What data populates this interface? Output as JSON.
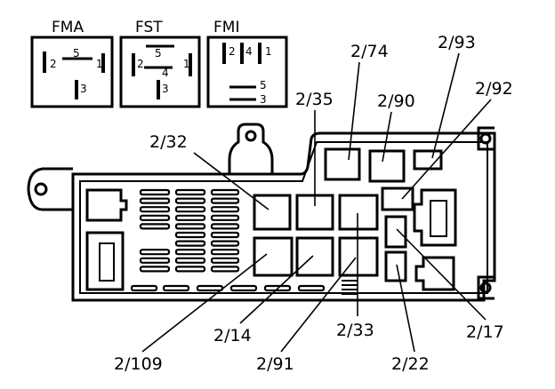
{
  "legend": [
    {
      "id": "fma",
      "title": "FMA",
      "pins": [
        "2",
        "5",
        "1",
        "3"
      ]
    },
    {
      "id": "fst",
      "title": "FST",
      "pins": [
        "5",
        "2",
        "4",
        "1",
        "3"
      ]
    },
    {
      "id": "fmi",
      "title": "FMI",
      "pins": [
        "2",
        "4",
        "1",
        "5",
        "3"
      ]
    }
  ],
  "callouts": [
    {
      "id": "2-32",
      "label": "2/32"
    },
    {
      "id": "2-35",
      "label": "2/35"
    },
    {
      "id": "2-74",
      "label": "2/74"
    },
    {
      "id": "2-90",
      "label": "2/90"
    },
    {
      "id": "2-93",
      "label": "2/93"
    },
    {
      "id": "2-92",
      "label": "2/92"
    },
    {
      "id": "2-109",
      "label": "2/109"
    },
    {
      "id": "2-14",
      "label": "2/14"
    },
    {
      "id": "2-91",
      "label": "2/91"
    },
    {
      "id": "2-33",
      "label": "2/33"
    },
    {
      "id": "2-22",
      "label": "2/22"
    },
    {
      "id": "2-17",
      "label": "2/17"
    }
  ]
}
